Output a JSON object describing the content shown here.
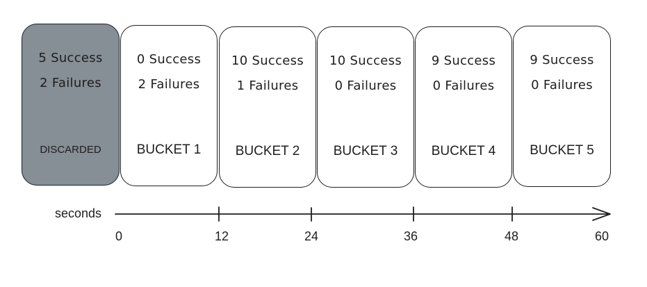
{
  "buckets": [
    {
      "successes": "5 Success",
      "failures": "2 Failures",
      "label": "DISCARDED",
      "discarded": true
    },
    {
      "successes": "0 Success",
      "failures": "2 Failures",
      "label": "BUCKET 1"
    },
    {
      "successes": "10 Success",
      "failures": "1 Failures",
      "label": "BUCKET 2"
    },
    {
      "successes": "10 Success",
      "failures": "0 Failures",
      "label": "BUCKET 3"
    },
    {
      "successes": "9 Success",
      "failures": "0 Failures",
      "label": "BUCKET 4"
    },
    {
      "successes": "9 Success",
      "failures": "0 Failures",
      "label": "BUCKET 5"
    }
  ],
  "axis": {
    "title": "seconds",
    "ticks": [
      "0",
      "12",
      "24",
      "36",
      "48",
      "60"
    ]
  },
  "colors": {
    "discarded_fill": "#868e96",
    "stroke": "#1e1e1e",
    "bucket_fill": "#ffffff"
  }
}
